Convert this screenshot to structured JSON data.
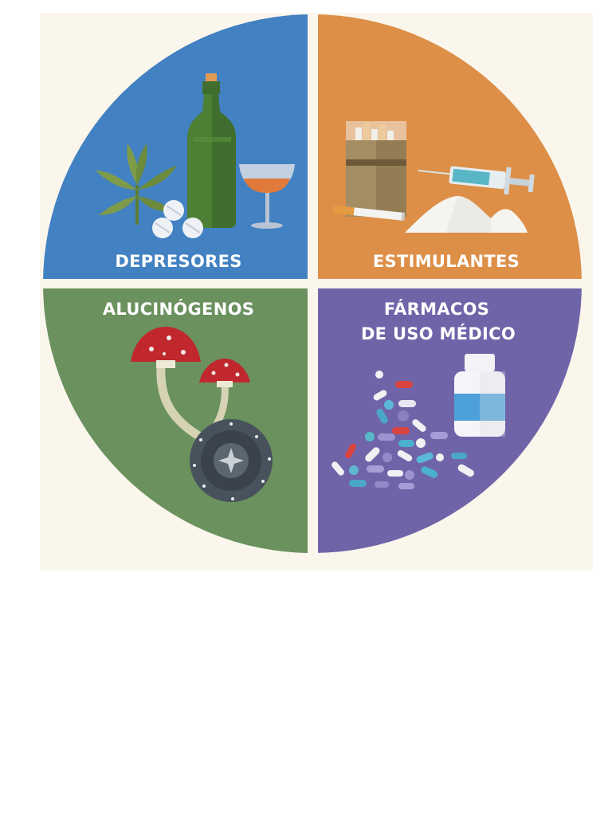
{
  "quadrants": {
    "depresores": {
      "label": "DEPRESORES",
      "color": "#4281c2"
    },
    "estimulantes": {
      "label": "ESTIMULANTES",
      "color": "#dd8f48"
    },
    "alucinogenos": {
      "label": "ALUCINÓGENOS",
      "color": "#6a915e"
    },
    "farmacos": {
      "label_line1": "FÁRMACOS",
      "label_line2": "DE USO MÉDICO",
      "color": "#7064a9"
    }
  },
  "background": "#faf6ec",
  "icons": {
    "depresores": [
      "cannabis-leaf-icon",
      "pills-icon",
      "wine-bottle-icon",
      "wine-glass-icon"
    ],
    "estimulantes": [
      "cigarette-pack-icon",
      "cigarette-icon",
      "syringe-icon",
      "powder-pile-icon"
    ],
    "alucinogenos": [
      "mushroom-icon",
      "peyote-cactus-icon"
    ],
    "farmacos": [
      "medicine-bottle-icon",
      "scattered-pills-icon"
    ]
  }
}
